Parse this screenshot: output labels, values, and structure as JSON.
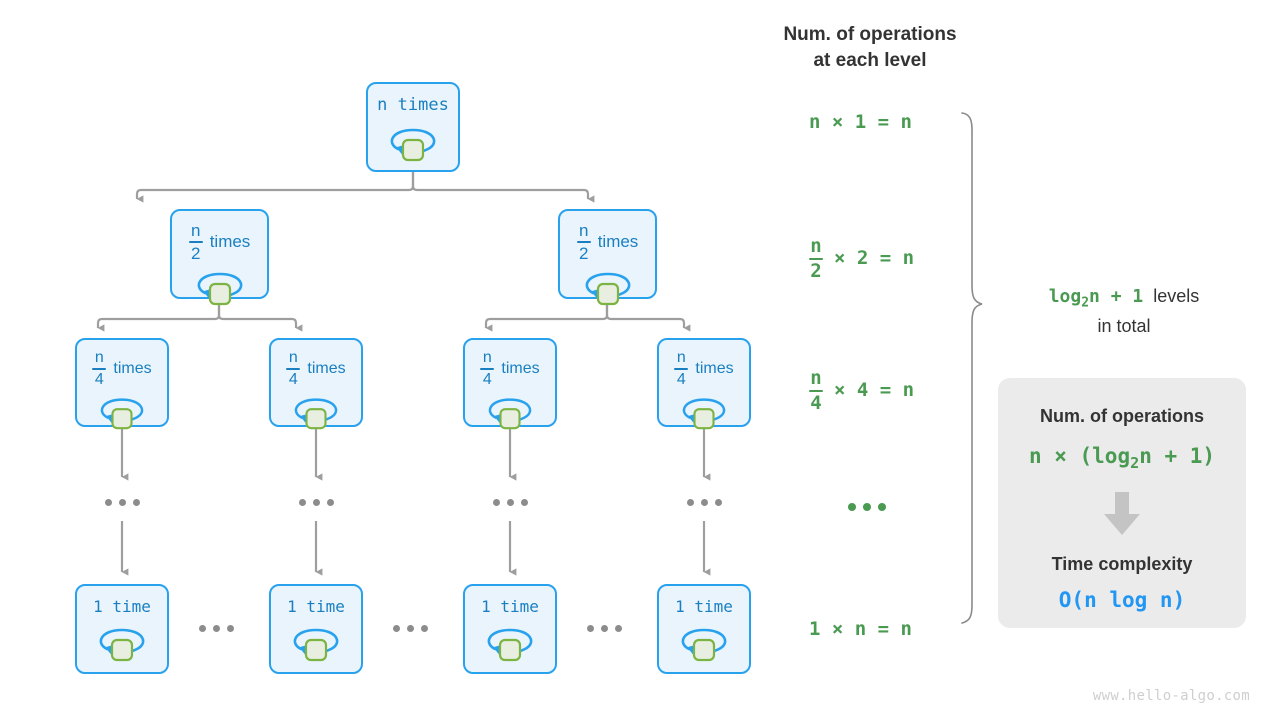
{
  "diagram": {
    "title": "Divide and conquer recursion tree for n log n time complexity",
    "colors": {
      "node_border": "#29a2ee",
      "node_fill": "#e9f4fd",
      "node_text": "#1a7fc1",
      "inner_square_border": "#7cb342",
      "inner_square_fill": "#e8efe0",
      "wire": "#9e9e9e",
      "green_text": "#4a9a52",
      "dark_text": "#333333",
      "blue_result": "#2196f3",
      "box_bg": "#ebebeb",
      "watermark": "#cfcfcf"
    },
    "levels": [
      {
        "level": 0,
        "node_label_numerator": "n",
        "node_label_denominator": "",
        "node_label_plain": "n times",
        "is_fraction": false,
        "times_word": "",
        "node_count": 1
      },
      {
        "level": 1,
        "node_label_numerator": "n",
        "node_label_denominator": "2",
        "node_label_plain": "",
        "is_fraction": true,
        "times_word": "times",
        "node_count": 2
      },
      {
        "level": 2,
        "node_label_numerator": "n",
        "node_label_denominator": "4",
        "node_label_plain": "",
        "is_fraction": true,
        "times_word": "times",
        "node_count": 4
      },
      {
        "level": 3,
        "node_label_numerator": "",
        "node_label_denominator": "",
        "node_label_plain": "1 time",
        "is_fraction": false,
        "times_word": "",
        "node_count": 4
      }
    ],
    "nodes": {
      "root_label": "n times",
      "level1_times": "times",
      "level2_times": "times",
      "leaf_label": "1 time"
    }
  },
  "right_column": {
    "header": "Num. of operations\nat each level",
    "equations": [
      {
        "id": "row-1",
        "numerator": "n",
        "denominator": "",
        "is_fraction": false,
        "lhs": "n",
        "text": "n × 1 = n"
      },
      {
        "id": "row-2",
        "numerator": "n",
        "denominator": "2",
        "is_fraction": true,
        "lhs": "",
        "text": "× 2 = n"
      },
      {
        "id": "row-3",
        "numerator": "n",
        "denominator": "4",
        "is_fraction": true,
        "lhs": "",
        "text": "× 4 = n"
      },
      {
        "id": "row-4",
        "numerator": "",
        "denominator": "",
        "is_fraction": false,
        "lhs": "",
        "text": "…"
      },
      {
        "id": "row-5",
        "numerator": "",
        "denominator": "",
        "is_fraction": false,
        "lhs": "1",
        "text": "1 × n = n"
      }
    ]
  },
  "levels_note": {
    "formula_main": "log",
    "formula_sub": "2",
    "formula_tail": "n + 1",
    "suffix": "levels",
    "second_line": "in total"
  },
  "summary_box": {
    "operations_title": "Num. of operations",
    "operations_formula_pre": "n × (log",
    "operations_formula_sub": "2",
    "operations_formula_post": "n + 1)",
    "arrow_icon": "down-arrow-icon",
    "complexity_title": "Time complexity",
    "complexity_value": "O(n log n)"
  },
  "watermark": "www.hello-algo.com"
}
